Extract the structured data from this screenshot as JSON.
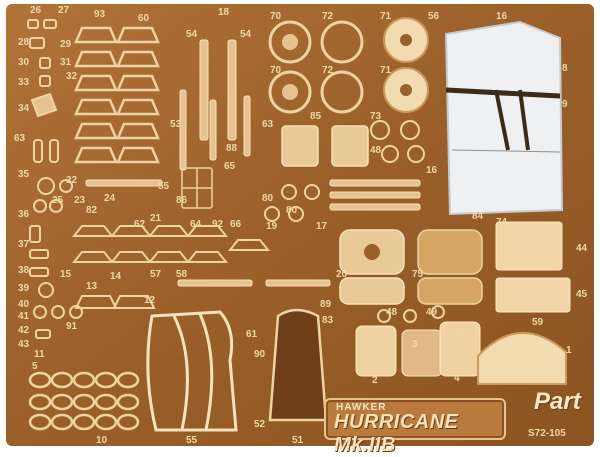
{
  "product": {
    "manufacturer": "HAWKER",
    "model": "HURRICANE Mk.IIB",
    "brand": "Part",
    "code": "S72-105"
  },
  "colors": {
    "fret": "#a0652d",
    "fret_dark": "#7a4a1e",
    "highlight": "#f0d3a0",
    "part_fill": "#d9b27a"
  },
  "part_numbers": {
    "n26": "26",
    "n27": "27",
    "n28": "28",
    "n29": "29",
    "n30": "30",
    "n31": "31",
    "n32": "32",
    "n33": "33",
    "n34": "34",
    "n35": "35",
    "n36": "36",
    "n37": "37",
    "n38": "38",
    "n39": "39",
    "n40": "40",
    "n41": "41",
    "n42": "42",
    "n43": "43",
    "n93": "93",
    "n60": "60",
    "n18": "18",
    "n54a": "54",
    "n54b": "54",
    "n70a": "70",
    "n72a": "72",
    "n71a": "71",
    "n56": "56",
    "n16": "16",
    "n70b": "70",
    "n72b": "72",
    "n71b": "71",
    "n53": "53",
    "n63": "63",
    "n85": "85",
    "n73": "73",
    "n65": "65",
    "n55": "55",
    "n64": "64",
    "n92": "92",
    "n62": "62",
    "n66": "66",
    "n88": "88",
    "n44": "44",
    "n45": "45",
    "n58": "58",
    "n57": "57",
    "n15": "15",
    "n14": "14",
    "n13": "13",
    "n12": "12",
    "n11": "11",
    "n1": "1",
    "n2": "2",
    "n3": "3",
    "n4": "4",
    "n5": "5",
    "n10": "10",
    "n51": "51",
    "n52": "52",
    "n86": "86",
    "n90": "90",
    "n75": "75",
    "n20": "20",
    "n21": "21",
    "n22": "22",
    "n23": "23",
    "n24": "24",
    "n25": "25",
    "n19": "19",
    "n17": "17",
    "n83": "83",
    "n84": "84",
    "n74": "74",
    "n48": "48",
    "n49": "49",
    "n50": "50",
    "n59": "59",
    "n91": "91",
    "n89": "89",
    "n82": "82",
    "n80": "80",
    "n61": "61",
    "n9": "9",
    "n8": "8"
  }
}
